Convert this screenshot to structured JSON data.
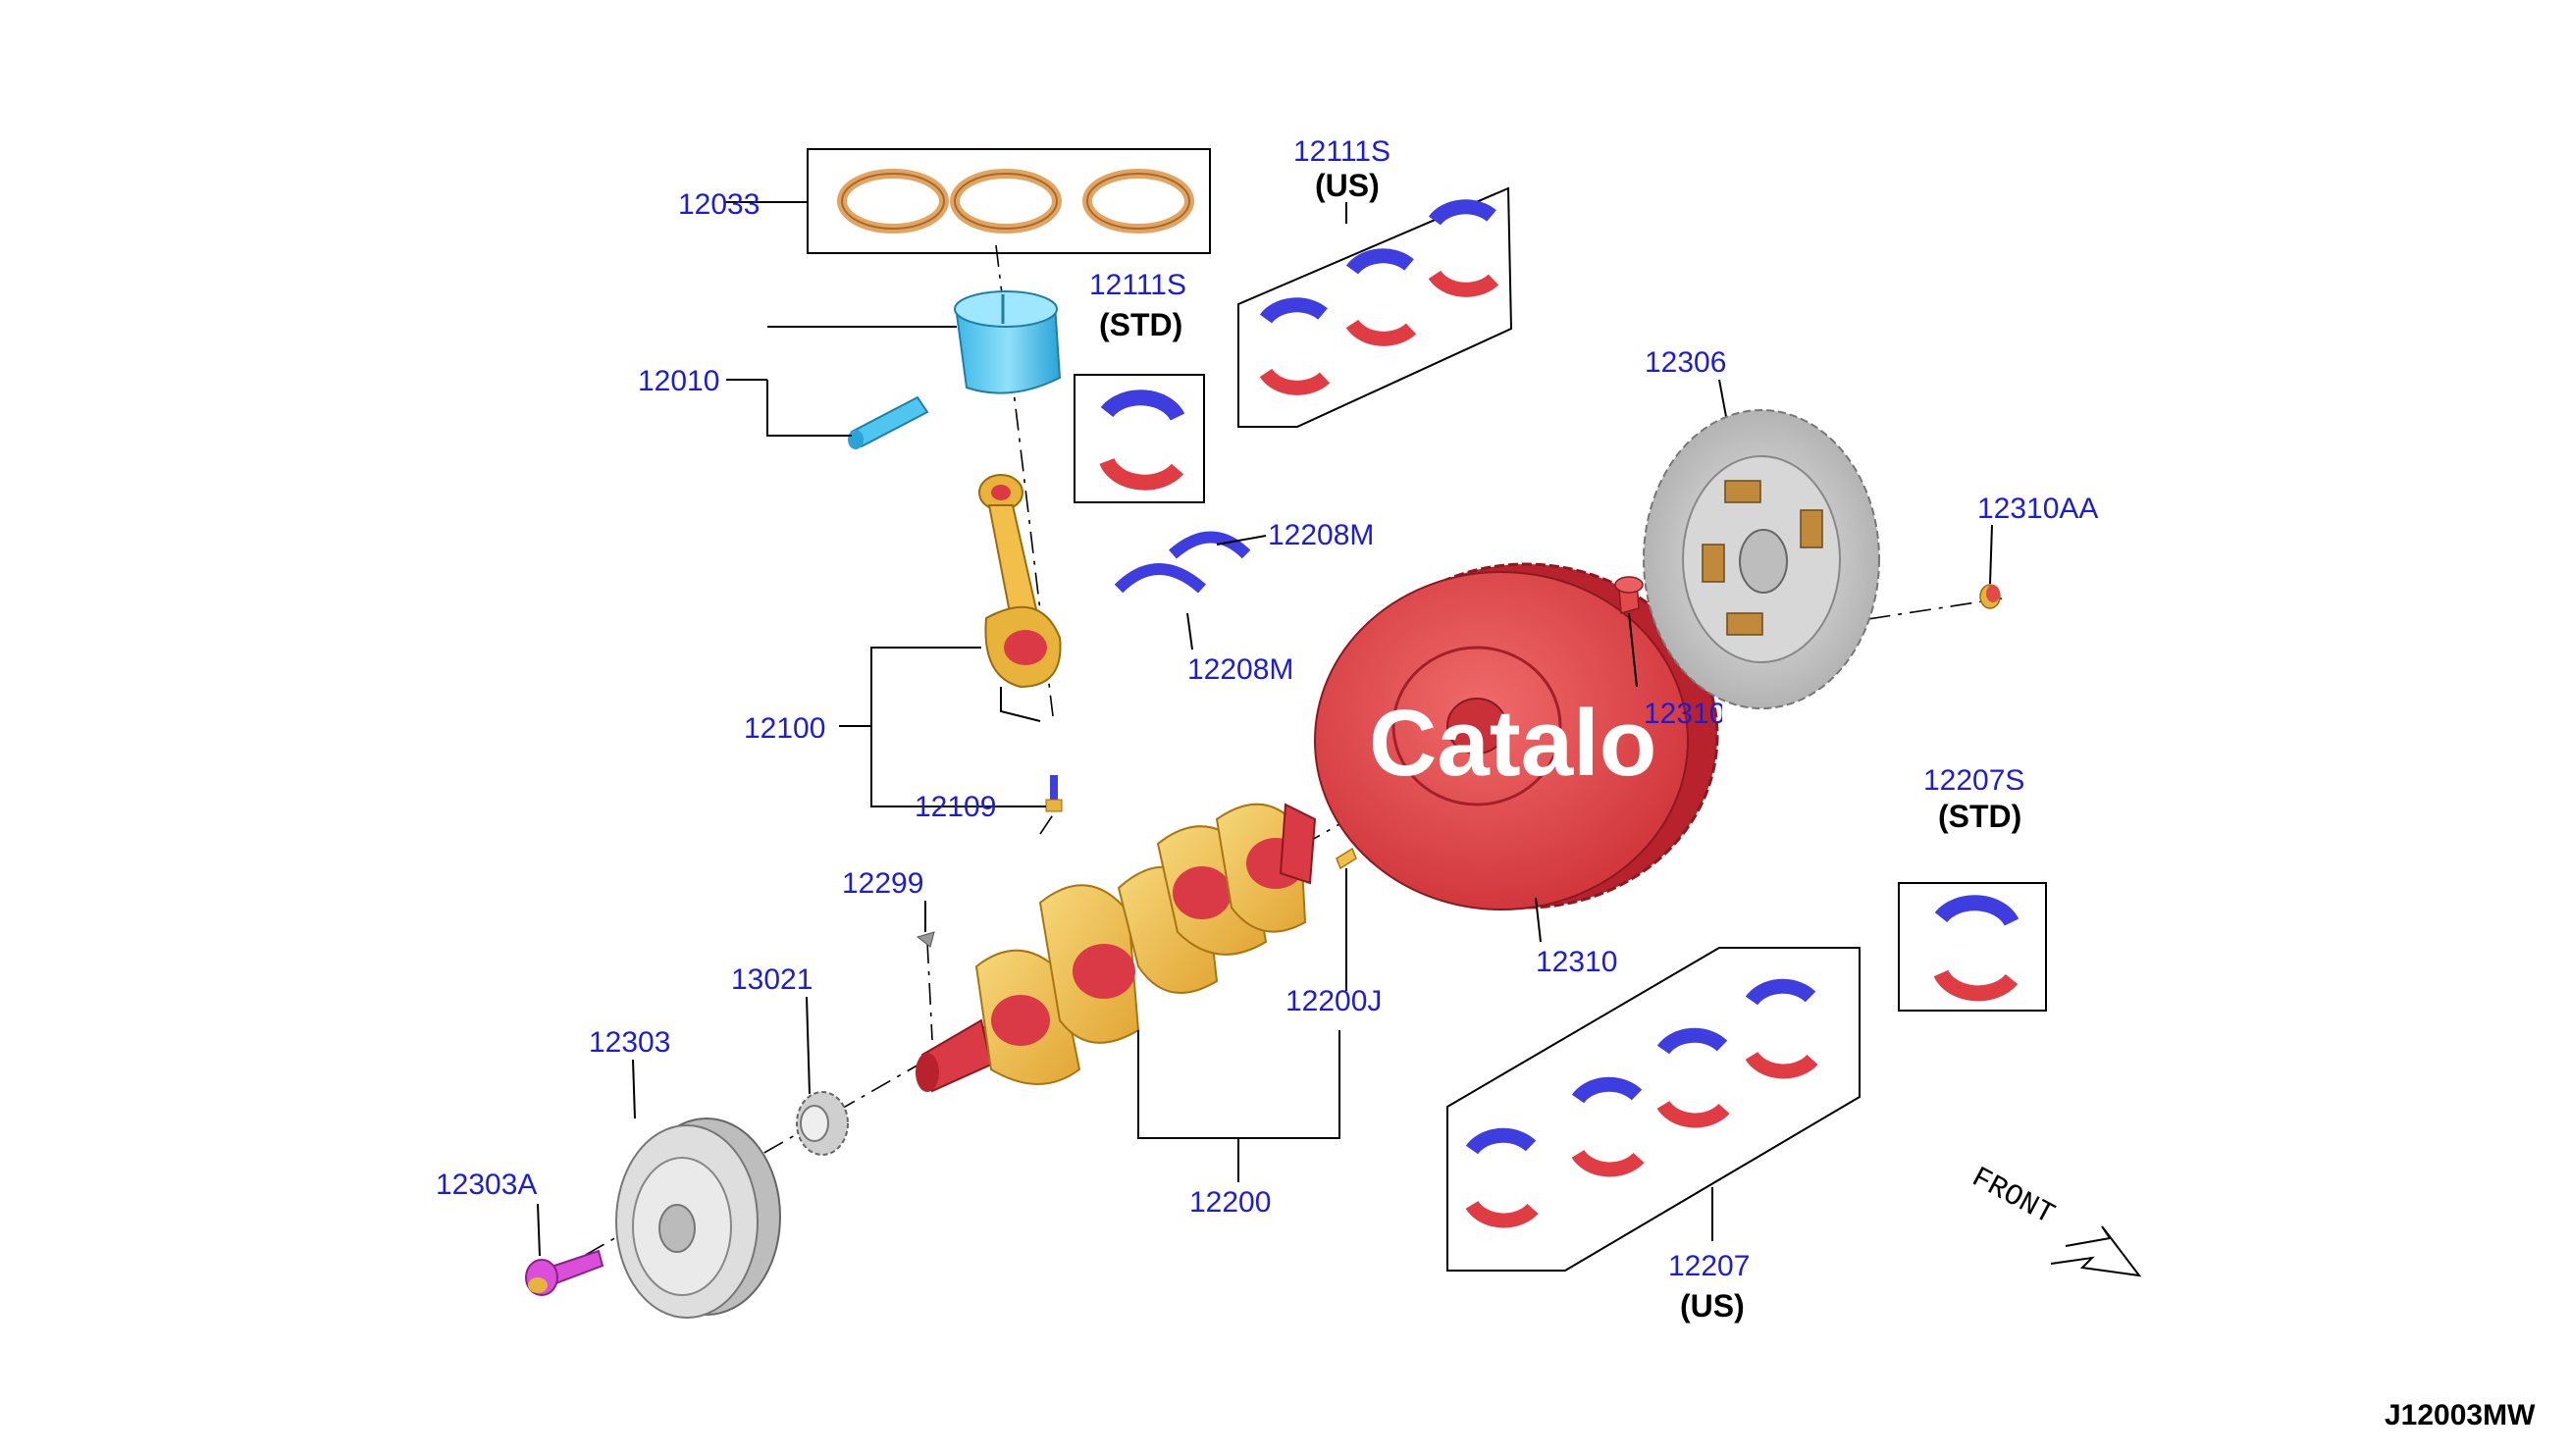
{
  "diagram": {
    "figure_code": "J12003MW",
    "front_label": "FRONT",
    "watermark": "Catalo",
    "parts": {
      "p12033": "12033",
      "p12010": "12010",
      "p12111s_std": "12111S",
      "p12111s_std_q": "(STD)",
      "p12111s_us": "12111S",
      "p12111s_us_q": "(US)",
      "p12208m_a": "12208M",
      "p12208m_b": "12208M",
      "p12100": "12100",
      "p12109": "12109",
      "p12299": "12299",
      "p13021": "13021",
      "p12303": "12303",
      "p12303a": "12303A",
      "p12200": "12200",
      "p12200j": "12200J",
      "p12310": "12310",
      "p12310a": "12310A",
      "p12306": "12306",
      "p12310aa": "12310AA",
      "p12207s_std": "12207S",
      "p12207s_std_q": "(STD)",
      "p12207_us": "12207",
      "p12207_us_q": "(US)"
    },
    "colors": {
      "label": "#1c1cdb",
      "ring": "#e2a460",
      "piston": "#4fc6f0",
      "rod": "#e8b33a",
      "bearing_upper": "#3d3de0",
      "bearing_lower": "#e03c44",
      "flywheel": "#e24a4a",
      "crank_web": "#f2c04a",
      "crank_journal": "#d93a45",
      "disc": "#c9c9c9",
      "pulley": "#d0d0d0",
      "bolt": "#d94fd9"
    }
  }
}
